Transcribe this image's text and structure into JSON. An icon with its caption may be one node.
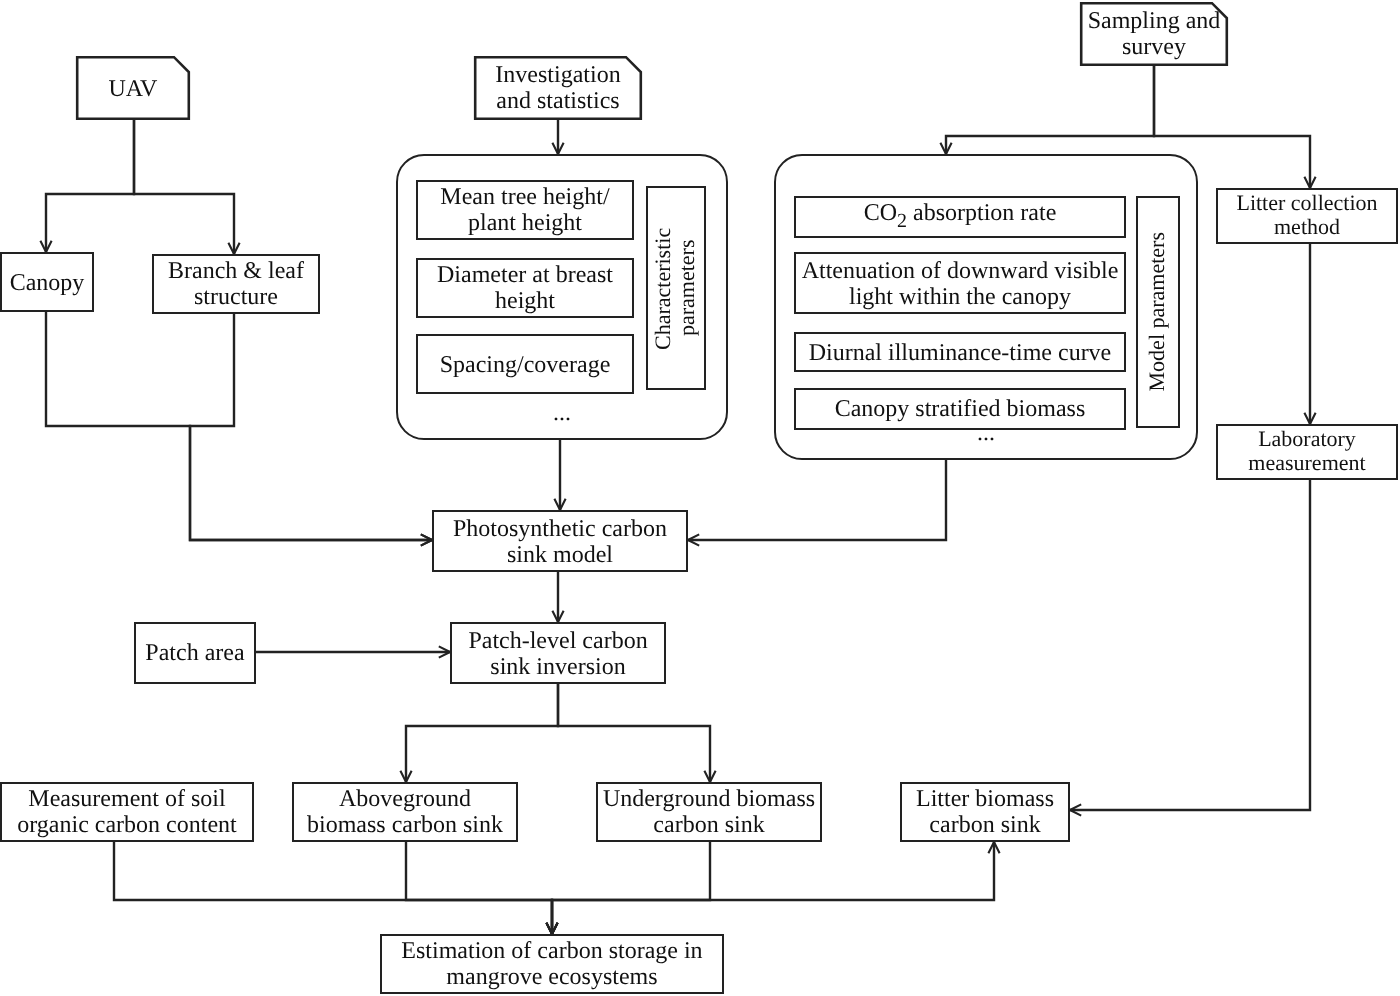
{
  "diagram": {
    "nodes": [
      {
        "text": [
          "UAV"
        ]
      },
      {
        "text": [
          "Investigation and statistics"
        ]
      },
      {
        "text": [
          "Sampling and survey"
        ]
      },
      {
        "text": [
          "Canopy"
        ]
      },
      {
        "text": [
          "Branch & leaf structure"
        ]
      },
      {
        "text": [
          "..."
        ]
      },
      {
        "text": [
          "Mean tree height/ plant height"
        ],
        "in": 5
      },
      {
        "text": [
          "Diameter at breast height"
        ],
        "in": 5
      },
      {
        "text": [
          "Spacing/coverage"
        ],
        "in": 5
      },
      {
        "text": [
          "Characteristic parameters"
        ],
        "in": 5
      },
      {
        "text": [
          "..."
        ]
      },
      {
        "text": [
          "CO$_{2}$ absorption rate"
        ],
        "in": 10
      },
      {
        "text": [
          "Attenuation of downward visible light within the canopy"
        ],
        "in": 10
      },
      {
        "text": [
          "Diurnal illuminance-time curve"
        ],
        "in": 10
      },
      {
        "text": [
          "Canopy stratified biomass"
        ],
        "in": 10
      },
      {
        "text": [
          "Model parameters"
        ],
        "in": 10
      },
      {
        "text": [
          "Litter collection method"
        ]
      },
      {
        "text": [
          "Laboratory measurement"
        ]
      },
      {
        "text": [
          "Photosynthetic carbon sink model"
        ]
      },
      {
        "text": [
          "Patch area"
        ]
      },
      {
        "text": [
          "Patch-level carbon sink inversion"
        ]
      },
      {
        "text": [
          "Measurement of soil organic carbon content"
        ]
      },
      {
        "text": [
          "Aboveground biomass carbon sink"
        ]
      },
      {
        "text": [
          "Underground biomass carbon sink"
        ]
      },
      {
        "text": [
          "Litter biomass carbon sink"
        ]
      },
      {
        "text": [
          "Estimation of carbon storage in mangrove ecosystems"
        ]
      }
    ],
    "edges": [
      {
        "from": 0,
        "to": 3,
        "arrow": "to"
      },
      {
        "from": 0,
        "to": 4,
        "arrow": "to"
      },
      {
        "from": 3,
        "to": 18,
        "arrow": "to"
      },
      {
        "from": 4,
        "to": 18,
        "arrow": "to"
      },
      {
        "from": 1,
        "to": 5,
        "arrow": "to"
      },
      {
        "from": 5,
        "to": 18,
        "arrow": "to"
      },
      {
        "from": 2,
        "to": 10,
        "arrow": "to"
      },
      {
        "from": 2,
        "to": 16,
        "arrow": "to"
      },
      {
        "from": 10,
        "to": 18,
        "arrow": "to"
      },
      {
        "from": 16,
        "to": 17,
        "arrow": "to"
      },
      {
        "from": 17,
        "to": 24,
        "arrow": "to"
      },
      {
        "from": 18,
        "to": 20,
        "arrow": "to"
      },
      {
        "from": 19,
        "to": 20,
        "arrow": "to"
      },
      {
        "from": 20,
        "to": 22,
        "arrow": "to"
      },
      {
        "from": 20,
        "to": 23,
        "arrow": "to"
      },
      {
        "from": 21,
        "to": 25,
        "arrow": "to"
      },
      {
        "from": 22,
        "to": 25,
        "arrow": "to"
      },
      {
        "from": 23,
        "to": 25,
        "arrow": "to"
      },
      {
        "from": 24,
        "to": 25,
        "arrow": "both"
      }
    ]
  }
}
